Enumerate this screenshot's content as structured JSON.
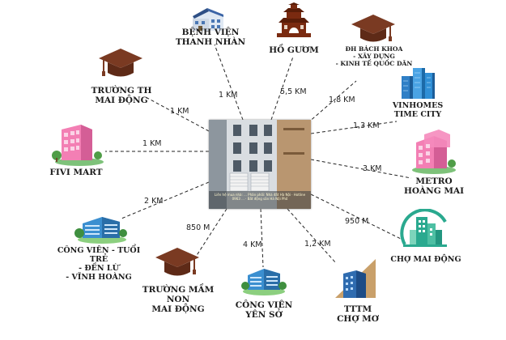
{
  "center": {
    "caption": "Liên hệ mua nhà: ... Phân phối: Nhà đất Hà Nội · Hotline 0963 ... · Bất động sản Hà Nội Phố"
  },
  "places": [
    {
      "key": "benh-vien-thanh-nhan",
      "label": "BỆNH VIỆN\nTHANH NHÀN",
      "distance": "1 KM"
    },
    {
      "key": "ho-guom",
      "label": "HỒ GƯƠM",
      "distance": "5,5 KM"
    },
    {
      "key": "dh-bach-khoa",
      "label": "ĐH BÁCH KHOA\n- XÂY DỰNG\n- KINH TẾ QUỐC DÂN",
      "distance": "1,8 KM"
    },
    {
      "key": "truong-th-mai-dong",
      "label": "TRƯỜNG TH\nMAI ĐỘNG",
      "distance": "1 KM"
    },
    {
      "key": "vinhomes-time-city",
      "label": "VINHOMES\nTIME CITY",
      "distance": "1,3 KM"
    },
    {
      "key": "fivi-mart",
      "label": "FIVI MART",
      "distance": "1 KM"
    },
    {
      "key": "metro-hoang-mai",
      "label": "METRO\nHOÀNG MAI",
      "distance": "3 KM"
    },
    {
      "key": "cong-vien-tuoi-tre",
      "label": "CÔNG VIÊN - TUỔI TRẺ\n- ĐỀN LỪ\n- VĨNH HOÀNG",
      "distance": "2 KM"
    },
    {
      "key": "cho-mai-dong",
      "label": "CHỢ MAI ĐỘNG",
      "distance": "950 M"
    },
    {
      "key": "truong-mam-non-mai-dong",
      "label": "TRƯỜNG MẦM NON\nMAI ĐỘNG",
      "distance": "850 M"
    },
    {
      "key": "cong-vien-yen-so",
      "label": "CÔNG VIÊN\nYÊN SỞ",
      "distance": "4 KM"
    },
    {
      "key": "tttm-cho-mo",
      "label": "TTTM\nCHỢ MƠ",
      "distance": "1,2 KM"
    }
  ],
  "colors": {
    "graduation_cap": "#7a3a22",
    "pink_building": "#ec6fa8",
    "blue_building": "#3b8fd0",
    "green_market": "#2aa98f",
    "temple": "#7a2a10",
    "connector": "#222222"
  },
  "icons": {
    "benh-vien-thanh-nhan": "hospital-building-icon",
    "ho-guom": "turtle-tower-icon",
    "dh-bach-khoa": "graduation-cap-icon",
    "truong-th-mai-dong": "graduation-cap-icon",
    "vinhomes-time-city": "skyscraper-towers-icon",
    "fivi-mart": "pink-building-icon",
    "metro-hoang-mai": "pink-building-icon",
    "cong-vien-tuoi-tre": "office-building-icon",
    "cho-mai-dong": "market-building-icon",
    "truong-mam-non-mai-dong": "graduation-cap-icon",
    "cong-vien-yen-so": "office-building-icon",
    "tttm-cho-mo": "mall-tower-icon"
  }
}
